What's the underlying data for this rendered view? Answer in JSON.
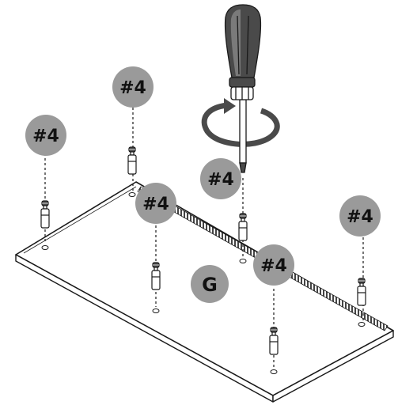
{
  "diagram": {
    "part_label": "G",
    "dowel_label": "#4",
    "callouts": [
      {
        "id": "a",
        "text": "#4"
      },
      {
        "id": "b",
        "text": "#4"
      },
      {
        "id": "c",
        "text": "#4"
      },
      {
        "id": "d",
        "text": "#4"
      },
      {
        "id": "e",
        "text": "#4"
      },
      {
        "id": "f",
        "text": "#4"
      }
    ],
    "tool_icon": "screwdriver-icon",
    "rotation_icon": "rotate-arrow-icon",
    "colors": {
      "badge": "#9a9a9a",
      "line": "#1a1a1a",
      "board": "#ffffff"
    }
  }
}
